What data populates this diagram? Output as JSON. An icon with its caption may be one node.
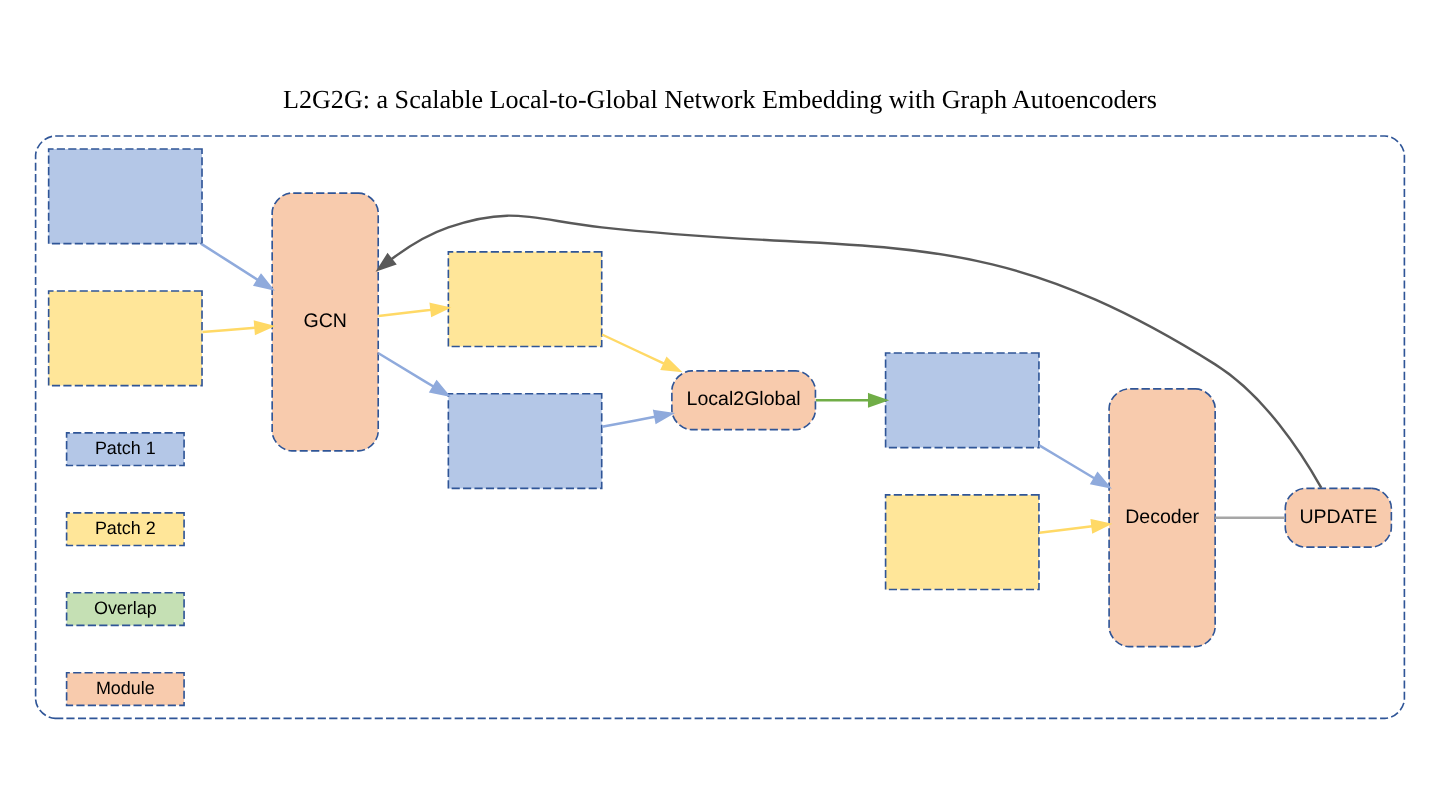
{
  "diagram": {
    "title": "L2G2G: a Scalable Local-to-Global Network Embedding with Graph Autoencoders",
    "nodes": [
      {
        "text": [],
        "shape": "box"
      },
      {
        "text": [],
        "shape": "box",
        "in": 0
      },
      {
        "text": [],
        "shape": "box",
        "in": 0
      },
      {
        "text": [
          "GCN"
        ],
        "in": 0
      },
      {
        "text": [],
        "shape": "box",
        "in": 0
      },
      {
        "text": [],
        "shape": "box",
        "in": 0
      },
      {
        "text": [
          "Local2Global"
        ],
        "in": 0
      },
      {
        "text": [],
        "shape": "box",
        "in": 0
      },
      {
        "text": [],
        "shape": "box",
        "in": 0
      },
      {
        "text": [
          "Decoder"
        ],
        "in": 0
      },
      {
        "text": [
          "UPDATE"
        ],
        "in": 0
      }
    ],
    "edges": [
      {
        "from": 1,
        "to": 3,
        "arrow": "to",
        "color": "#8faadc"
      },
      {
        "from": 2,
        "to": 3,
        "arrow": "to",
        "color": "#ffd966"
      },
      {
        "from": 3,
        "to": 4,
        "arrow": "to",
        "color": "#8faadc"
      },
      {
        "from": 3,
        "to": 5,
        "arrow": "to",
        "color": "#ffd966"
      },
      {
        "from": 4,
        "to": 6,
        "arrow": "to",
        "color": "#8faadc"
      },
      {
        "from": 5,
        "to": 6,
        "arrow": "to",
        "color": "#ffd966"
      },
      {
        "from": 6,
        "to": 7,
        "arrow": "to",
        "color": "#70ad47"
      },
      {
        "from": 7,
        "to": 9,
        "arrow": "to",
        "color": "#8faadc"
      },
      {
        "from": 8,
        "to": 9,
        "arrow": "to",
        "color": "#ffd966"
      },
      {
        "from": 9,
        "to": 10,
        "arrow": "none",
        "color": "#a6a6a6"
      },
      {
        "from": 10,
        "to": 3,
        "arrow": "to",
        "color": "#595959"
      }
    ],
    "legend": [
      {
        "text": "Patch 1",
        "color": "#b4c7e7"
      },
      {
        "text": "Patch 2",
        "color": "#ffe699"
      },
      {
        "text": "Overlap",
        "color": "#c5e0b4"
      },
      {
        "text": "Module",
        "color": "#f8cbad"
      }
    ]
  }
}
